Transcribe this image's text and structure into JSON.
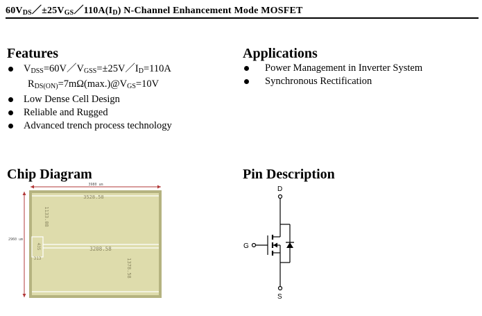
{
  "header": {
    "part1": "60V",
    "sub1": "DS",
    "part2": "／±25V",
    "sub2": "GS",
    "part3": "／110A(I",
    "sub3": "D",
    "part4": ")  N-Channel  Enhancement  Mode  MOSFET"
  },
  "features": {
    "title": "Features",
    "item1": {
      "a": "V",
      "a_sub": "DSS",
      "b": "=60V／V",
      "b_sub": "GSS",
      "c": "=±25V／I",
      "c_sub": "D",
      "d": "=110A"
    },
    "item1b": {
      "a": "R",
      "a_sub": "DS(ON)",
      "b": "=7mΩ(max.)@V",
      "b_sub": "GS",
      "c": "=10V"
    },
    "items": [
      "Low Dense Cell Design",
      "Reliable and Rugged",
      "Advanced trench process technology"
    ]
  },
  "applications": {
    "title": "Applications",
    "items": [
      "Power Management in Inverter System",
      "Synchronous Rectification"
    ]
  },
  "chip": {
    "title": "Chip Diagram",
    "width_label": "3980 um",
    "height_label": "2960 um",
    "top_width": "3528.58",
    "left_height": "1133.08",
    "pad_height": "435",
    "pad_width": "313",
    "bottom_width": "3208.58",
    "bottom_height": "1378.58",
    "colors": {
      "fill": "#dedcac",
      "border": "#b5b380",
      "dim": "#b23838",
      "line": "#ffffff"
    }
  },
  "pin": {
    "title": "Pin Description",
    "drain": "D",
    "gate": "G",
    "source": "S"
  }
}
